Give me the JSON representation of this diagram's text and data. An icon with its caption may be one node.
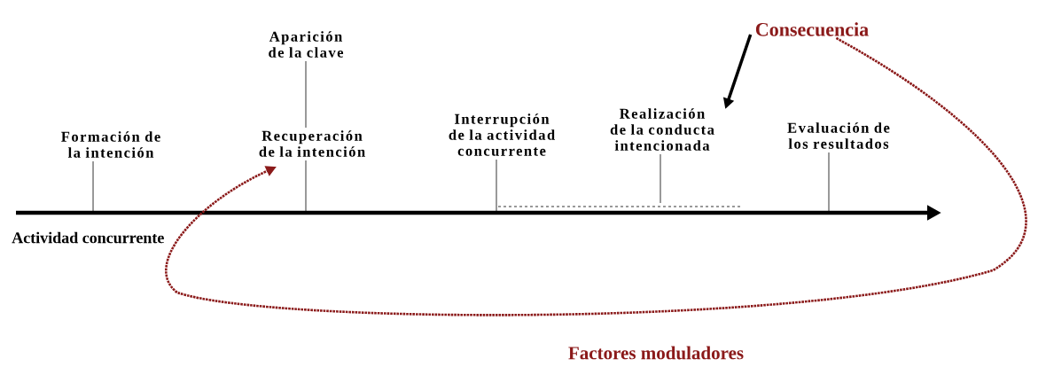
{
  "diagram": {
    "nodes": [
      {
        "text": [
          "Formación de la intención"
        ]
      },
      {
        "text": [
          "Aparición de la clave"
        ]
      },
      {
        "text": [
          "Recuperación de la intención"
        ]
      },
      {
        "text": [
          "Interrupción de la actividad concurrente"
        ]
      },
      {
        "text": [
          "Consecuencia"
        ]
      },
      {
        "text": [
          "Realización de la conducta intencionada"
        ]
      },
      {
        "text": [
          "Evaluación de los resultados"
        ]
      }
    ],
    "edges": [
      {
        "from": 0,
        "to": null,
        "arrow": "none"
      },
      {
        "from": 1,
        "to": 2,
        "arrow": "none"
      },
      {
        "from": 2,
        "to": null,
        "arrow": "none"
      },
      {
        "from": 3,
        "to": null,
        "arrow": "none"
      },
      {
        "from": 5,
        "to": null,
        "arrow": "none"
      },
      {
        "from": 6,
        "to": null,
        "arrow": "none"
      },
      {
        "from": 4,
        "to": 5,
        "arrow": "to",
        "style": "thick"
      },
      {
        "from": 4,
        "to": 2,
        "arrow": "to",
        "style": "dashed",
        "color": "#8b1a1a"
      }
    ],
    "labels": [
      "Actividad concurrente",
      "Factores moduladores"
    ]
  }
}
